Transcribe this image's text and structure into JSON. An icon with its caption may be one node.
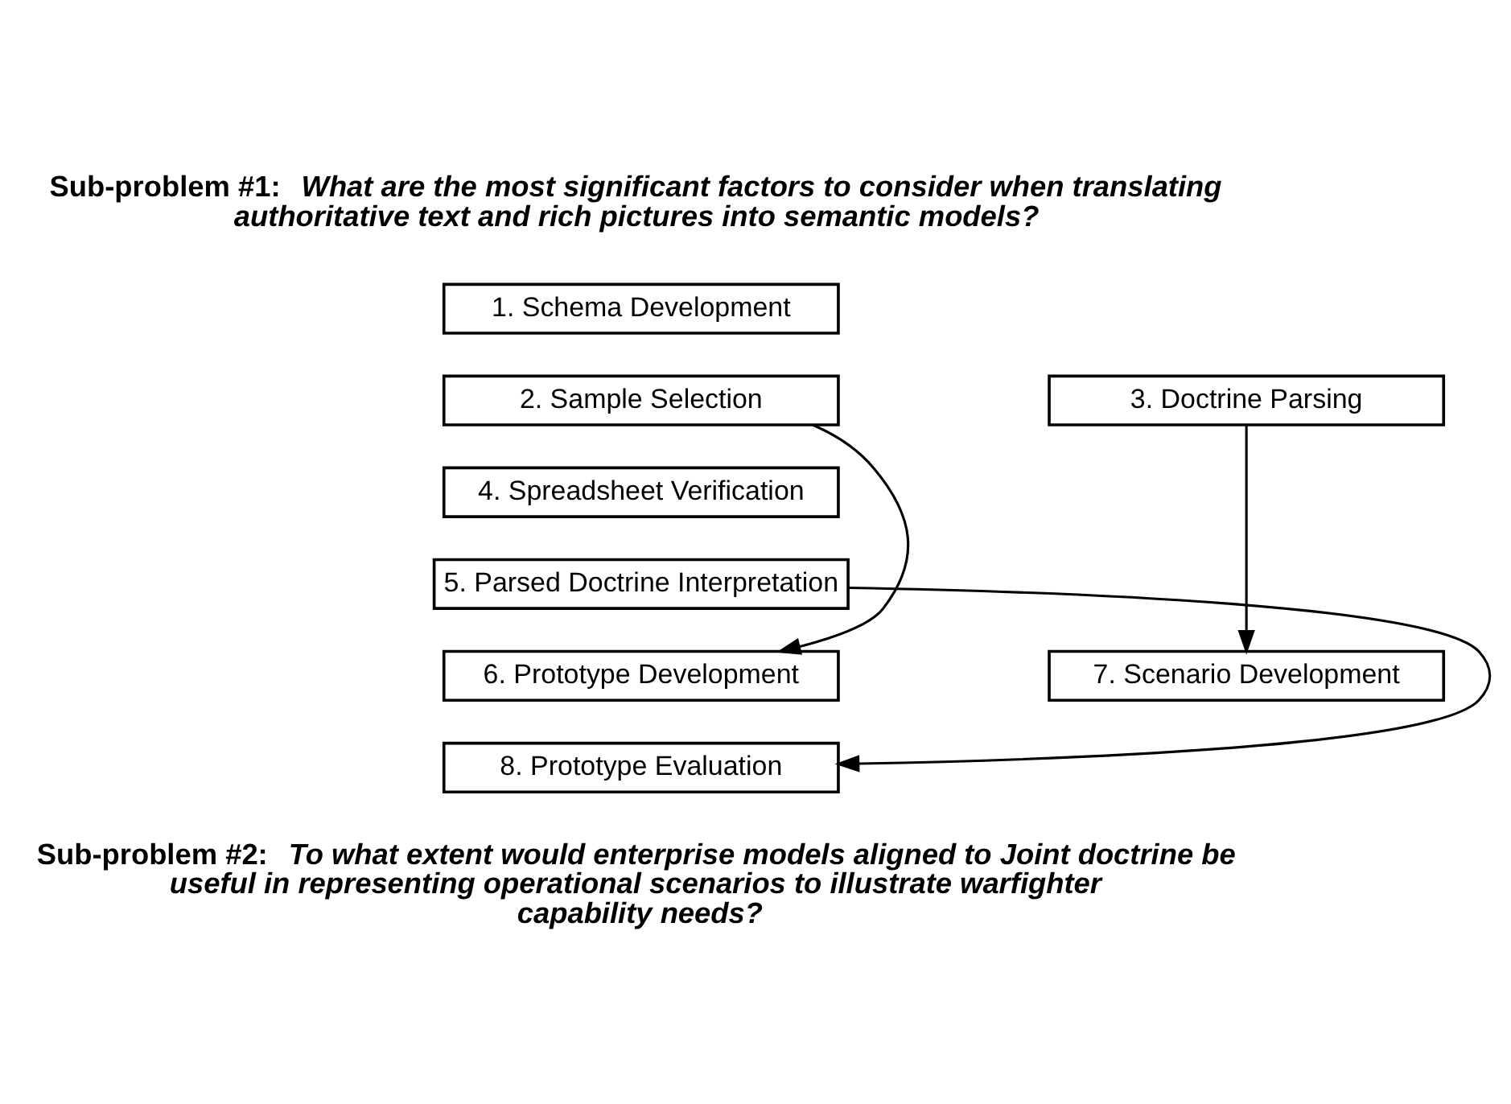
{
  "diagram": {
    "nodes": [
      {
        "text": [
          "1. Schema Development"
        ]
      },
      {
        "text": [
          "2. Sample Selection"
        ]
      },
      {
        "text": [
          "3. Doctrine Parsing"
        ]
      },
      {
        "text": [
          "4. Spreadsheet Verification"
        ]
      },
      {
        "text": [
          "5. Parsed Doctrine Interpretation"
        ]
      },
      {
        "text": [
          "6. Prototype Development"
        ]
      },
      {
        "text": [
          "7. Scenario Development"
        ]
      },
      {
        "text": [
          "8. Prototype Evaluation"
        ]
      }
    ],
    "edges": [
      {
        "from": 1,
        "to": 5,
        "arrow": "to"
      },
      {
        "from": 2,
        "to": 6,
        "arrow": "to"
      },
      {
        "from": 4,
        "to": 7,
        "arrow": "to"
      }
    ],
    "labels": [
      "Sub-problem #1:",
      "What are the most significant factors to consider when translating authoritative text and rich pictures into semantic models?",
      "Sub-problem #2:",
      "To what extent would enterprise models aligned to Joint doctrine be useful in representing operational scenarios to illustrate warfighter capability needs?"
    ]
  }
}
